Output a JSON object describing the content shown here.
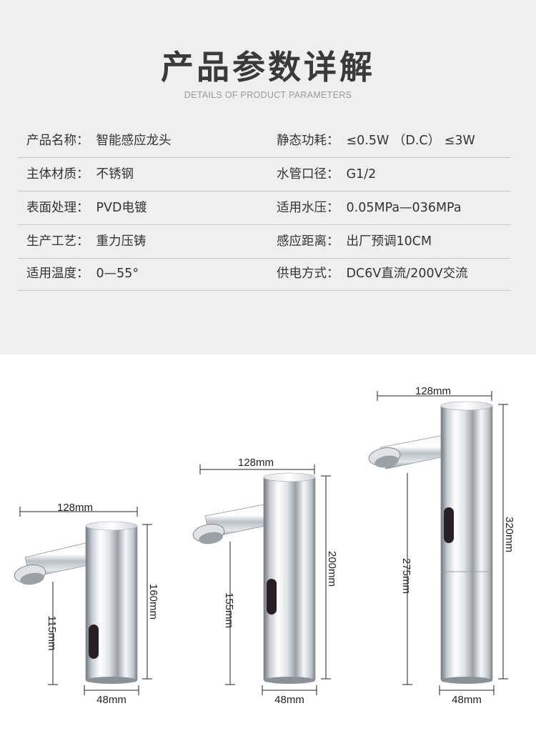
{
  "header": {
    "title": "产品参数详解",
    "subtitle": "DETAILS OF PRODUCT PARAMETERS"
  },
  "specs": [
    {
      "left_label": "产品名称：",
      "left_value": "智能感应龙头",
      "right_label": "静态功耗：",
      "right_value": "≤0.5W （D.C） ≤3W"
    },
    {
      "left_label": "主体材质：",
      "left_value": "不锈钢",
      "right_label": "水管口径：",
      "right_value": "G1/2"
    },
    {
      "left_label": "表面处理：",
      "left_value": "PVD电镀",
      "right_label": "适用水压：",
      "right_value": "0.05MPa—036MPa"
    },
    {
      "left_label": "生产工艺：",
      "left_value": "重力压铸",
      "right_label": "感应距离：",
      "right_value": "出厂预调10CM"
    },
    {
      "left_label": "适用温度：",
      "left_value": "0—55°",
      "right_label": "供电方式：",
      "right_value": "DC6V直流/200V交流"
    }
  ],
  "faucets": [
    {
      "width_top": "128mm",
      "total_height": "160mm",
      "spout_height": "115mm",
      "base_width": "48mm"
    },
    {
      "width_top": "128mm",
      "total_height": "200mm",
      "spout_height": "155mm",
      "base_width": "48mm"
    },
    {
      "width_top": "128mm",
      "total_height": "320mm",
      "spout_height": "275mm",
      "base_width": "48mm"
    }
  ],
  "colors": {
    "chrome_light": "#f4f6f8",
    "chrome_dark": "#6f767d",
    "sensor": "#2a1f22"
  }
}
